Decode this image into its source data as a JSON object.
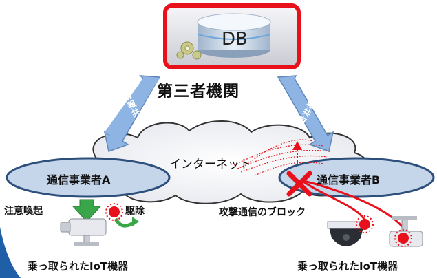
{
  "db": {
    "label": "DB"
  },
  "third_party": {
    "label": "第三者機関"
  },
  "info_share": {
    "left": "情報共有",
    "right": "情報共有"
  },
  "internet": {
    "label": "インターネット"
  },
  "carrier_a": {
    "label": "通信事業者A"
  },
  "carrier_b": {
    "label": "通信事業者B"
  },
  "alert": {
    "label": "注意喚起"
  },
  "remove": {
    "label": "駆除"
  },
  "block": {
    "label": "攻撃通信のブロック"
  },
  "iot_left": {
    "label": "乗っ取られたIoT機器"
  },
  "iot_right": {
    "label": "乗っ取られたIoT機器"
  },
  "colors": {
    "red_box": "#e8101a",
    "arrow_blue": "#8db4e2",
    "carrier_fill": "#c5d5ea",
    "green": "#3aa64a"
  }
}
